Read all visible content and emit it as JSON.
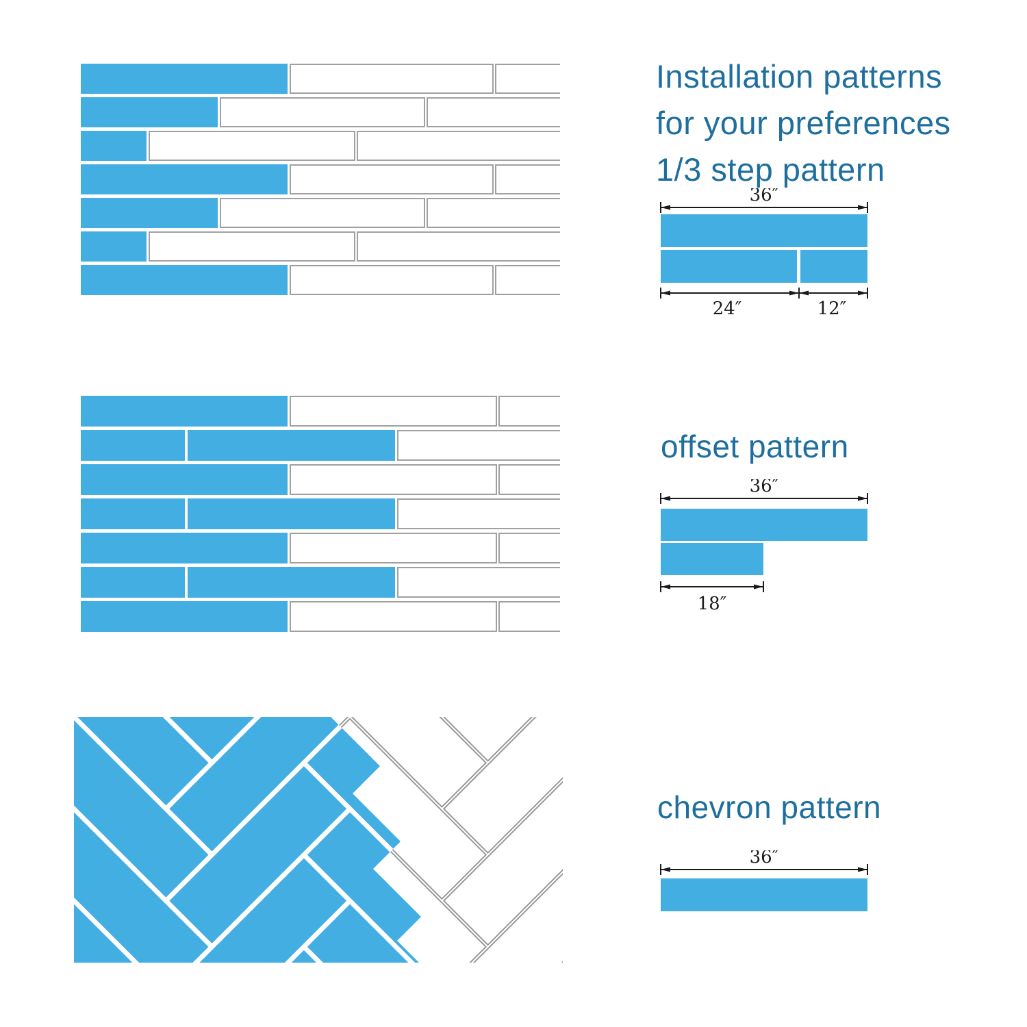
{
  "title": {
    "line1": "Installation patterns",
    "line2": "for your preferences",
    "line3": "1/3 step pattern"
  },
  "step": {
    "dim_top": "36″",
    "dim_left": "24″",
    "dim_right": "12″"
  },
  "offset": {
    "heading": "offset pattern",
    "dim_top": "36″",
    "dim_bottom": "18″"
  },
  "chevron": {
    "heading": "chevron pattern",
    "dim_top": "36″"
  },
  "colors": {
    "plank_blue": "#43AEE1",
    "heading_blue": "#1E6F9E",
    "white_plank_border": "#A0A0A0",
    "herringbone_border": "#8F8F8F",
    "dimension_ink": "#1B1B1B"
  }
}
